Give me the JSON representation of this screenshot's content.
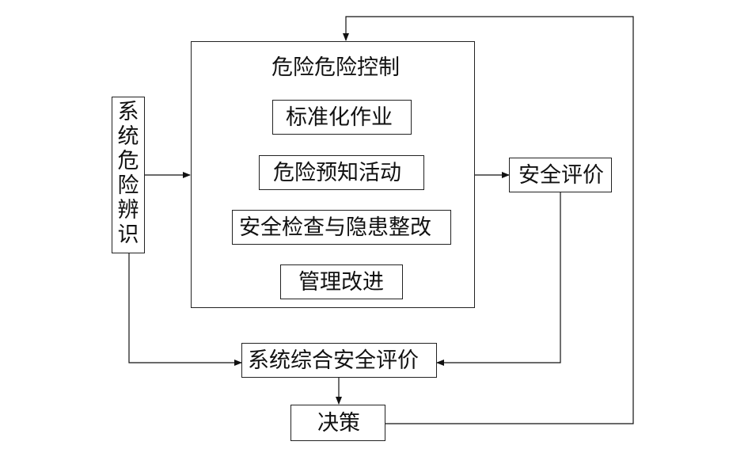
{
  "diagram": {
    "left_node": {
      "chars": [
        "系",
        "统",
        "危",
        "险",
        "辨",
        "识"
      ]
    },
    "main_box": {
      "title": "危险危险控制",
      "items": [
        {
          "label": "标准化作业"
        },
        {
          "label": "危险预知活动"
        },
        {
          "label": "安全检查与隐患整改"
        },
        {
          "label": "管理改进"
        }
      ]
    },
    "right_node": {
      "label": "安全评价"
    },
    "bottom_node": {
      "label": "系统综合安全评价"
    },
    "decision_node": {
      "label": "决策"
    }
  }
}
